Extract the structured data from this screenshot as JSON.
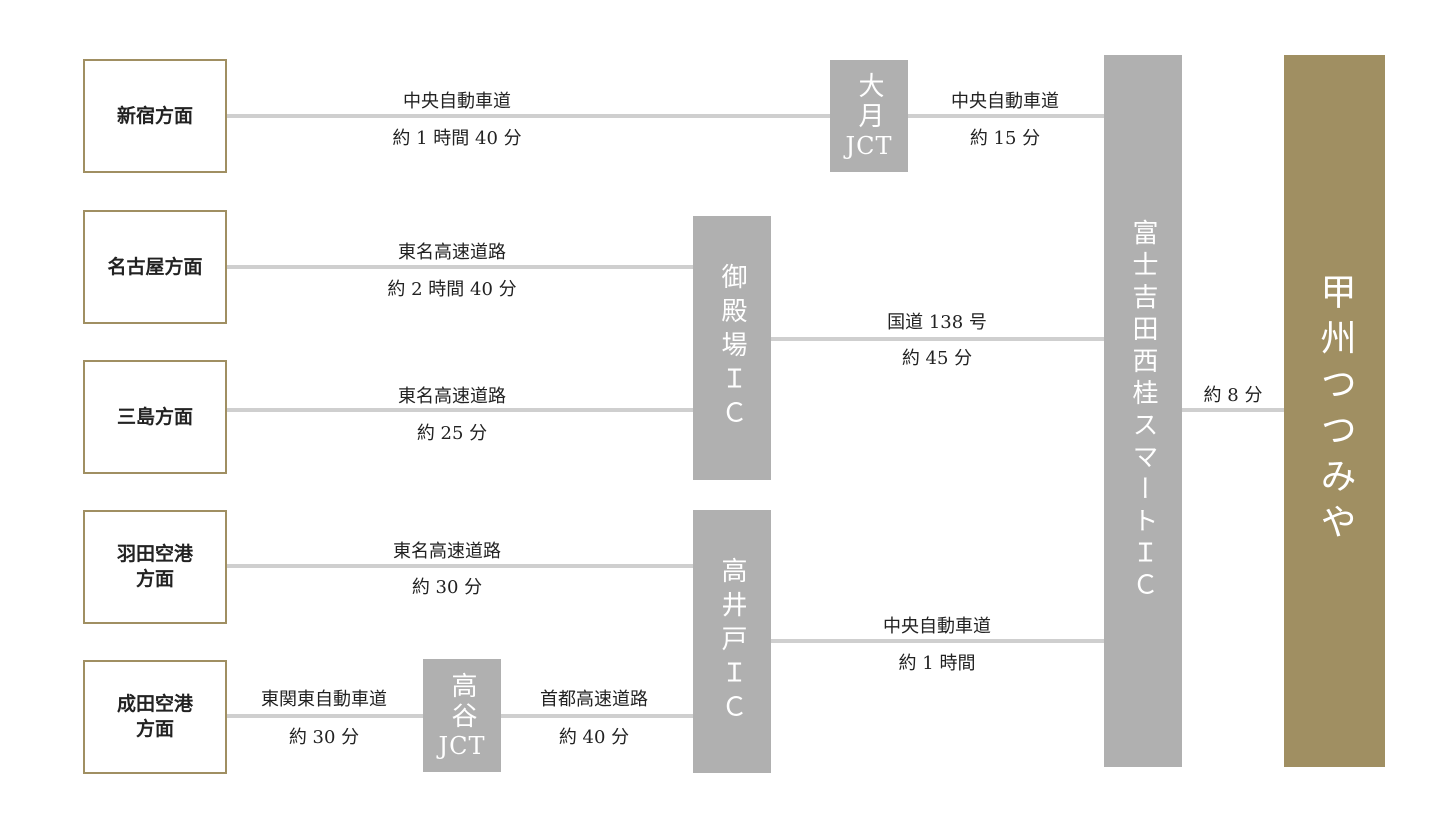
{
  "origins": [
    "新宿方面",
    "名古屋方面",
    "三島方面",
    "羽田空港\n方面",
    "成田空港\n方面"
  ],
  "nodes": {
    "otsuki": {
      "name": "大月",
      "sub": "JCT"
    },
    "gotemba": {
      "name": "御殿場ＩＣ"
    },
    "takaido": {
      "name": "高井戸ＩＣ"
    },
    "takaya": {
      "name": "高谷",
      "sub": "JCT"
    },
    "fujiyoshida": {
      "name": "富士吉田西桂スマートＩＣ"
    }
  },
  "destination": "甲州つつみや",
  "routes": {
    "shinjuku_otsuki": {
      "road": "中央自動車道",
      "time": "約 1 時間 40 分"
    },
    "otsuki_fuji": {
      "road": "中央自動車道",
      "time": "約 15 分"
    },
    "nagoya_gotemba": {
      "road": "東名高速道路",
      "time": "約 2 時間 40 分"
    },
    "gotemba_fuji": {
      "road": "国道 138 号",
      "time": "約 45 分"
    },
    "mishima_gotemba": {
      "road": "東名高速道路",
      "time": "約 25 分"
    },
    "haneda_takaido": {
      "road": "東名高速道路",
      "time": "約 30 分"
    },
    "takaido_fuji": {
      "road": "中央自動車道",
      "time": "約 1 時間"
    },
    "narita_takaya": {
      "road": "東関東自動車道",
      "time": "約 30 分"
    },
    "takaya_takaido": {
      "road": "首都高速道路",
      "time": "約 40 分"
    },
    "fuji_dest": {
      "time": "約 8 分"
    }
  },
  "colors": {
    "gold": "#a08f62",
    "node_gray": "#b0b0b0",
    "line": "#cfcfcf"
  }
}
